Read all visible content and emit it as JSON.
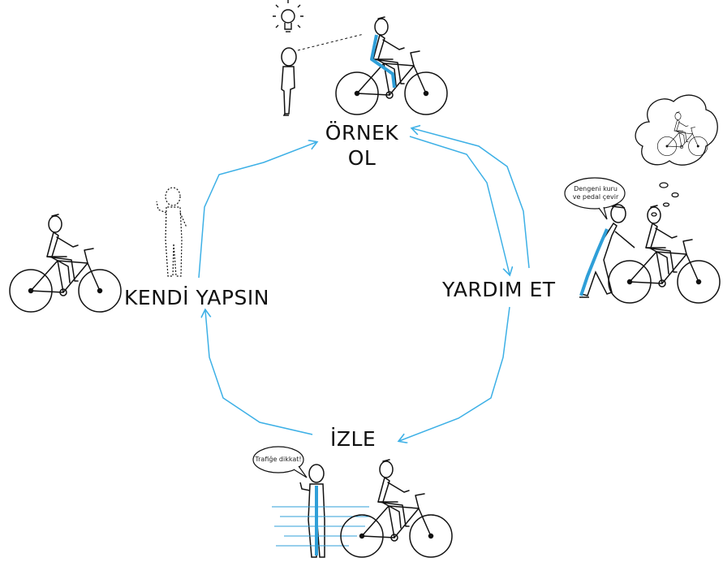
{
  "labels": {
    "model": [
      "ÖRNEK",
      "OL"
    ],
    "help": "YARDIM ET",
    "watch": "İZLE",
    "self": "KENDİ YAPSIN"
  },
  "bubbles": {
    "help": [
      "Dengeni kuru",
      "ve pedal çevir"
    ],
    "watch": "Trafiğe dikkat!"
  },
  "colors": {
    "arrow": "#3db0e6",
    "accent": "#2f9fd8",
    "ink": "#111111"
  },
  "icons": [
    "lightbulb-icon",
    "thought-cloud-icon"
  ]
}
